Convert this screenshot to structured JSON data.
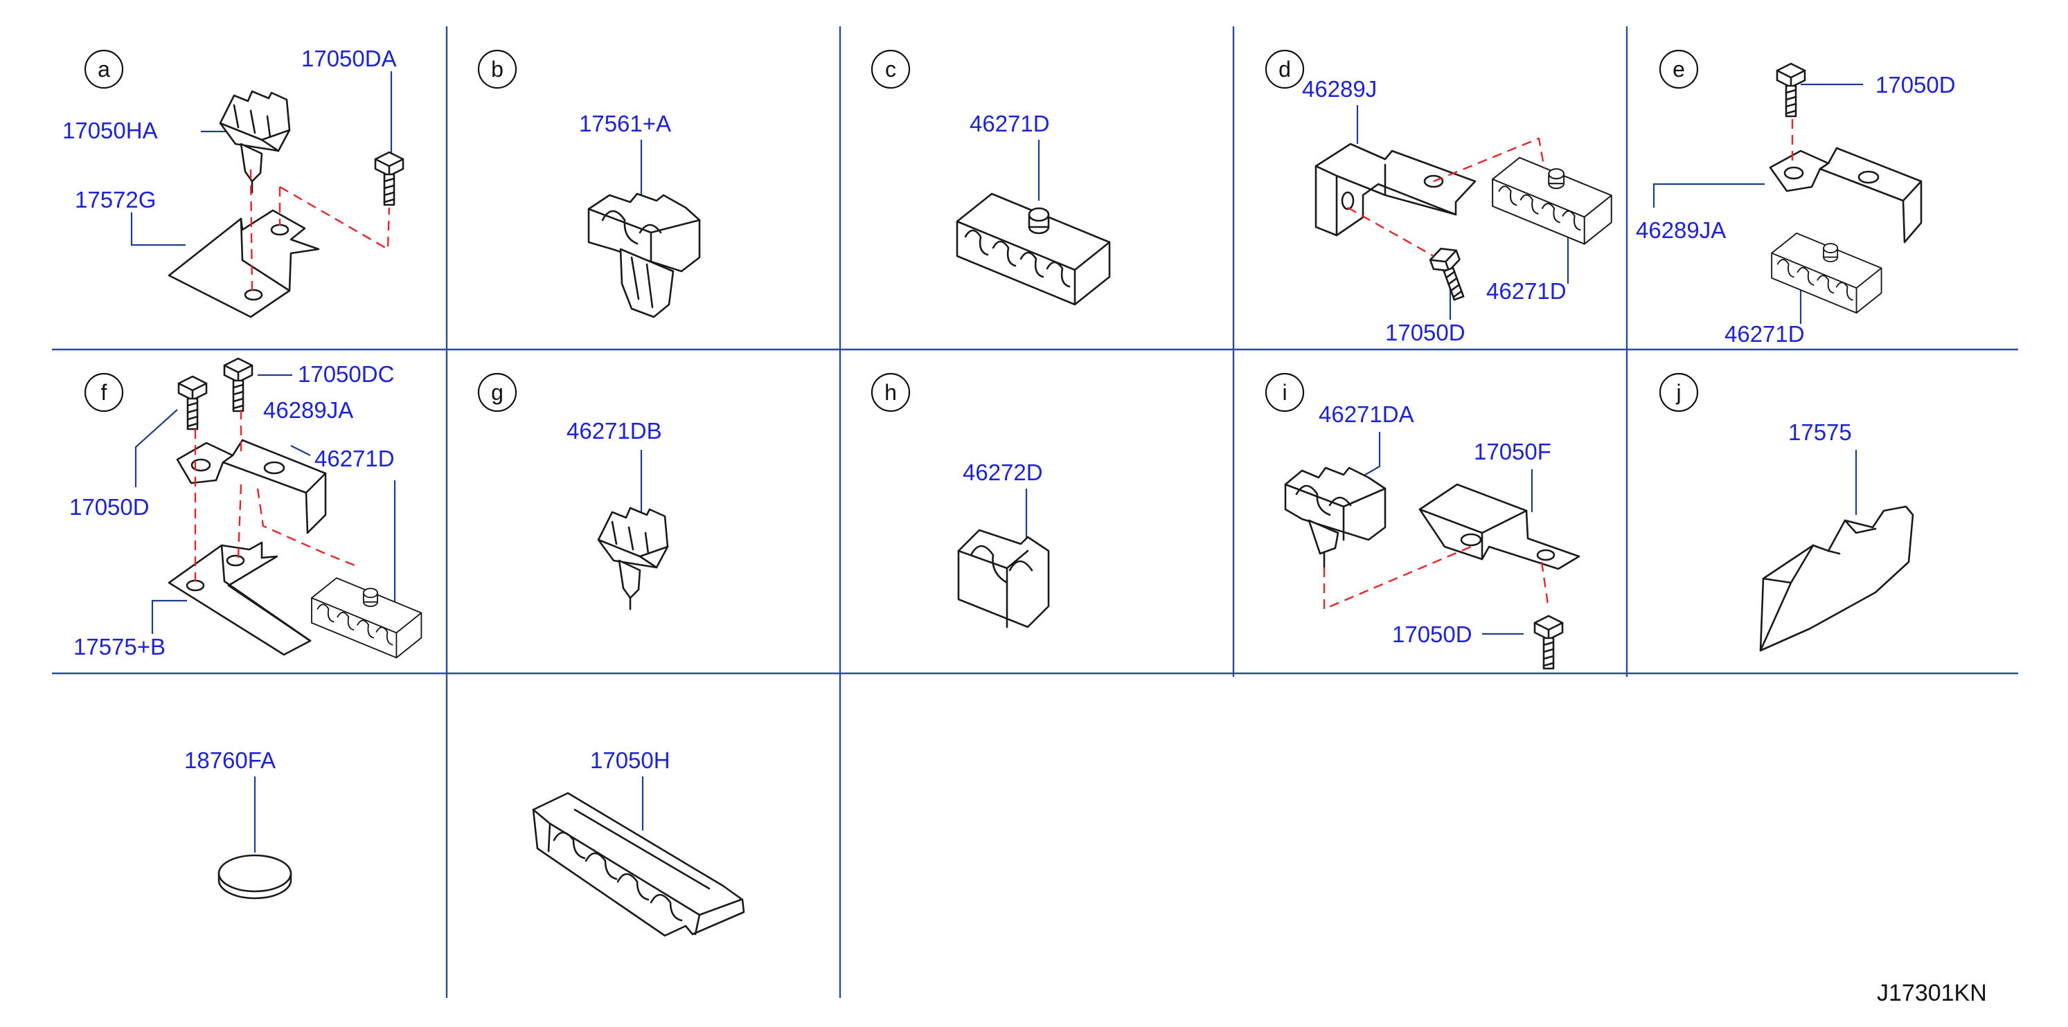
{
  "diagram_code": "J17301KN",
  "colors": {
    "part_number": "#1e22d6",
    "leader": "#1f3d8a",
    "dashed_hidden": "#e8242a",
    "grid": "#2b4c9b",
    "ink": "#1a1a1a"
  },
  "panels": {
    "a": {
      "letter": "a",
      "parts": [
        "17050DA",
        "17050HA",
        "17572G"
      ]
    },
    "b": {
      "letter": "b",
      "parts": [
        "17561+A"
      ]
    },
    "c": {
      "letter": "c",
      "parts": [
        "46271D"
      ]
    },
    "d": {
      "letter": "d",
      "parts": [
        "46289J",
        "46271D",
        "17050D"
      ]
    },
    "e": {
      "letter": "e",
      "parts": [
        "17050D",
        "46289JA",
        "46271D"
      ]
    },
    "f": {
      "letter": "f",
      "parts": [
        "17050DC",
        "46289JA",
        "46271D",
        "17050D",
        "17575+B"
      ]
    },
    "g": {
      "letter": "g",
      "parts": [
        "46271DB"
      ]
    },
    "h": {
      "letter": "h",
      "parts": [
        "46272D"
      ]
    },
    "i": {
      "letter": "i",
      "parts": [
        "46271DA",
        "17050F",
        "17050D"
      ]
    },
    "j": {
      "letter": "j",
      "parts": [
        "17575"
      ]
    },
    "k": {
      "parts": [
        "18760FA"
      ]
    },
    "l": {
      "parts": [
        "17050H"
      ]
    }
  }
}
